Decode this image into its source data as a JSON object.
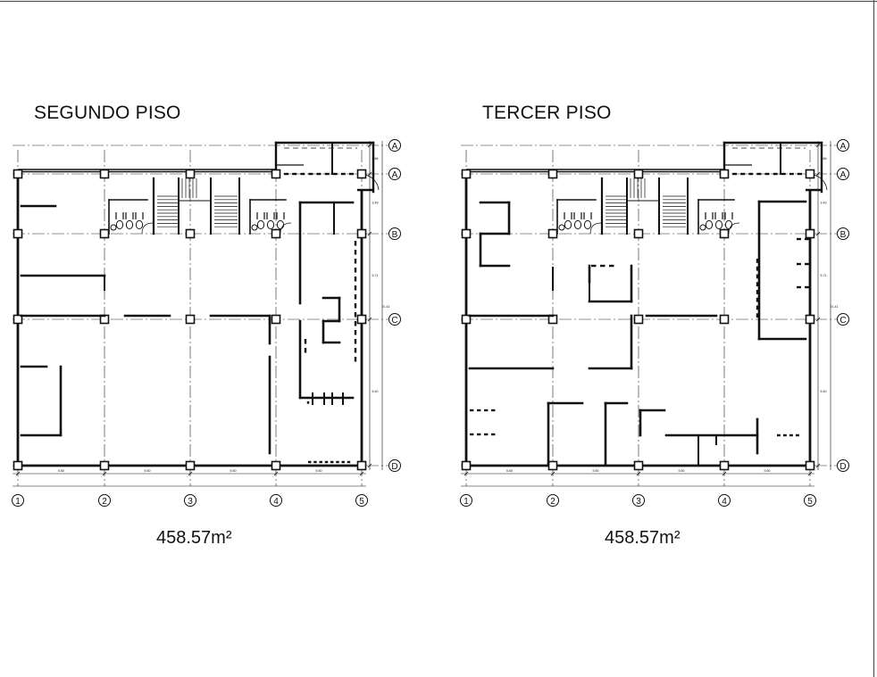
{
  "plans": [
    {
      "title": "SEGUNDO PISO",
      "area": "458.57m²"
    },
    {
      "title": "TERCER PISO",
      "area": "458.57m²"
    }
  ],
  "grid": {
    "row_labels": [
      "A",
      "A",
      "B",
      "C",
      "D"
    ],
    "col_labels": [
      "1",
      "2",
      "3",
      "4",
      "5"
    ],
    "bay_dims": [
      "5.60",
      "5.60",
      "5.60",
      "5.60"
    ],
    "row_dims": [
      "1.66",
      "3.49",
      "5.71",
      "5.40"
    ],
    "total_dim": "21.41"
  }
}
